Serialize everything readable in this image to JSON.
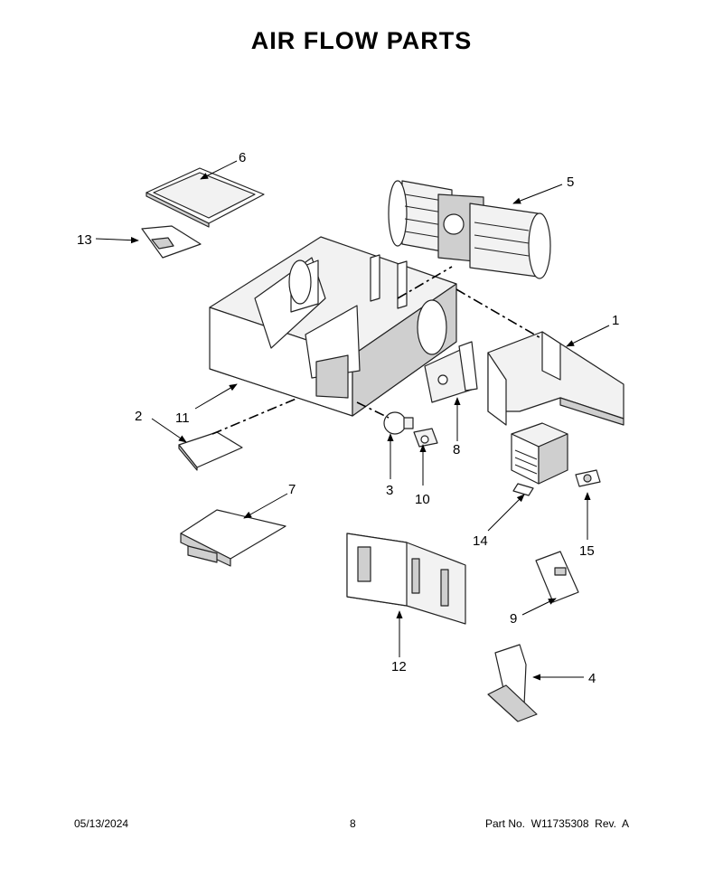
{
  "title": "AIR FLOW PARTS",
  "callouts": [
    "1",
    "2",
    "3",
    "4",
    "5",
    "6",
    "7",
    "8",
    "9",
    "10",
    "11",
    "12",
    "13",
    "14",
    "15"
  ],
  "footer": {
    "date": "05/13/2024",
    "page": "8",
    "part_no": "Part No.  W11735308  Rev.  A"
  }
}
